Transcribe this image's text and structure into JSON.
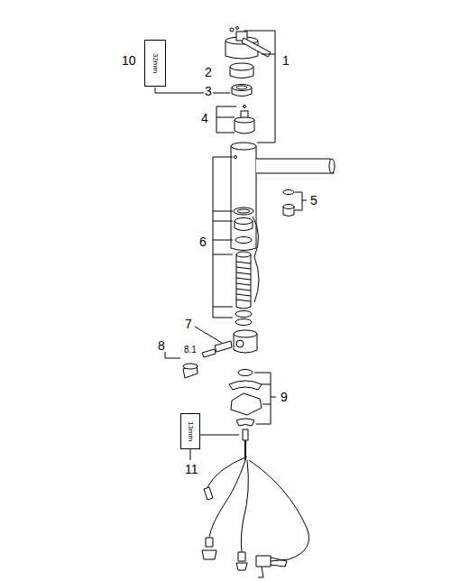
{
  "diagram": {
    "nodes": [
      {
        "text": [
          "32mm"
        ]
      },
      {
        "text": [
          "13mm"
        ]
      }
    ],
    "labels": [
      "1",
      "2",
      "3",
      "4",
      "5",
      "6",
      "7",
      "8",
      "8.1",
      "9",
      "10",
      "11"
    ]
  }
}
